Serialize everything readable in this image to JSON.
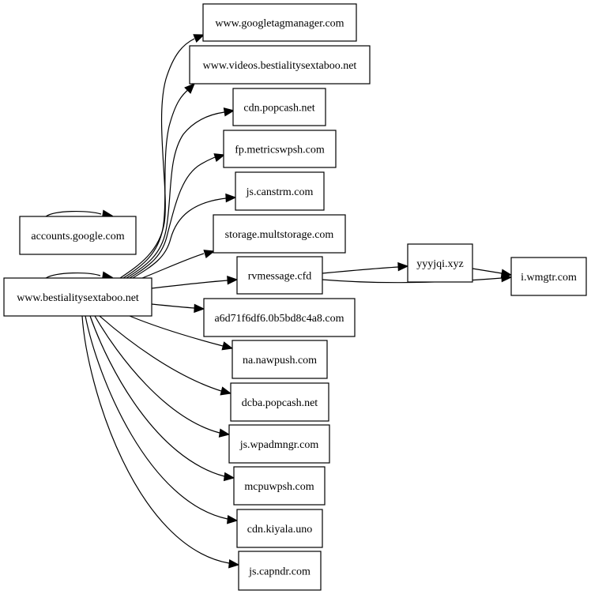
{
  "diagram": {
    "nodes": [
      {
        "id": "bestiality",
        "label": "www.bestialitysextaboo.net"
      },
      {
        "id": "accounts",
        "label": "accounts.google.com"
      },
      {
        "id": "gtm",
        "label": "www.googletagmanager.com"
      },
      {
        "id": "videos",
        "label": "www.videos.bestialitysextaboo.net"
      },
      {
        "id": "cdnpopcash",
        "label": "cdn.popcash.net"
      },
      {
        "id": "fpmetrics",
        "label": "fp.metricswpsh.com"
      },
      {
        "id": "jscanstrm",
        "label": "js.canstrm.com"
      },
      {
        "id": "storage",
        "label": "storage.multstorage.com"
      },
      {
        "id": "rvmessage",
        "label": "rvmessage.cfd"
      },
      {
        "id": "a6d7",
        "label": "a6d71f6df6.0b5bd8c4a8.com"
      },
      {
        "id": "nawpush",
        "label": "na.nawpush.com"
      },
      {
        "id": "dcba",
        "label": "dcba.popcash.net"
      },
      {
        "id": "jswpadmngr",
        "label": "js.wpadmngr.com"
      },
      {
        "id": "mcpuwpsh",
        "label": "mcpuwpsh.com"
      },
      {
        "id": "cdnkiyala",
        "label": "cdn.kiyala.uno"
      },
      {
        "id": "jscapndr",
        "label": "js.capndr.com"
      },
      {
        "id": "yyyjqi",
        "label": "yyyjqi.xyz"
      },
      {
        "id": "iwmgtr",
        "label": "i.wmgtr.com"
      }
    ],
    "edges": [
      {
        "from": "accounts",
        "to": "accounts"
      },
      {
        "from": "bestiality",
        "to": "bestiality"
      },
      {
        "from": "bestiality",
        "to": "gtm"
      },
      {
        "from": "bestiality",
        "to": "videos"
      },
      {
        "from": "bestiality",
        "to": "cdnpopcash"
      },
      {
        "from": "bestiality",
        "to": "fpmetrics"
      },
      {
        "from": "bestiality",
        "to": "jscanstrm"
      },
      {
        "from": "bestiality",
        "to": "storage"
      },
      {
        "from": "bestiality",
        "to": "rvmessage"
      },
      {
        "from": "bestiality",
        "to": "a6d7"
      },
      {
        "from": "bestiality",
        "to": "nawpush"
      },
      {
        "from": "bestiality",
        "to": "dcba"
      },
      {
        "from": "bestiality",
        "to": "jswpadmngr"
      },
      {
        "from": "bestiality",
        "to": "mcpuwpsh"
      },
      {
        "from": "bestiality",
        "to": "cdnkiyala"
      },
      {
        "from": "bestiality",
        "to": "jscapndr"
      },
      {
        "from": "rvmessage",
        "to": "yyyjqi"
      },
      {
        "from": "rvmessage",
        "to": "iwmgtr"
      },
      {
        "from": "yyyjqi",
        "to": "iwmgtr"
      }
    ]
  }
}
